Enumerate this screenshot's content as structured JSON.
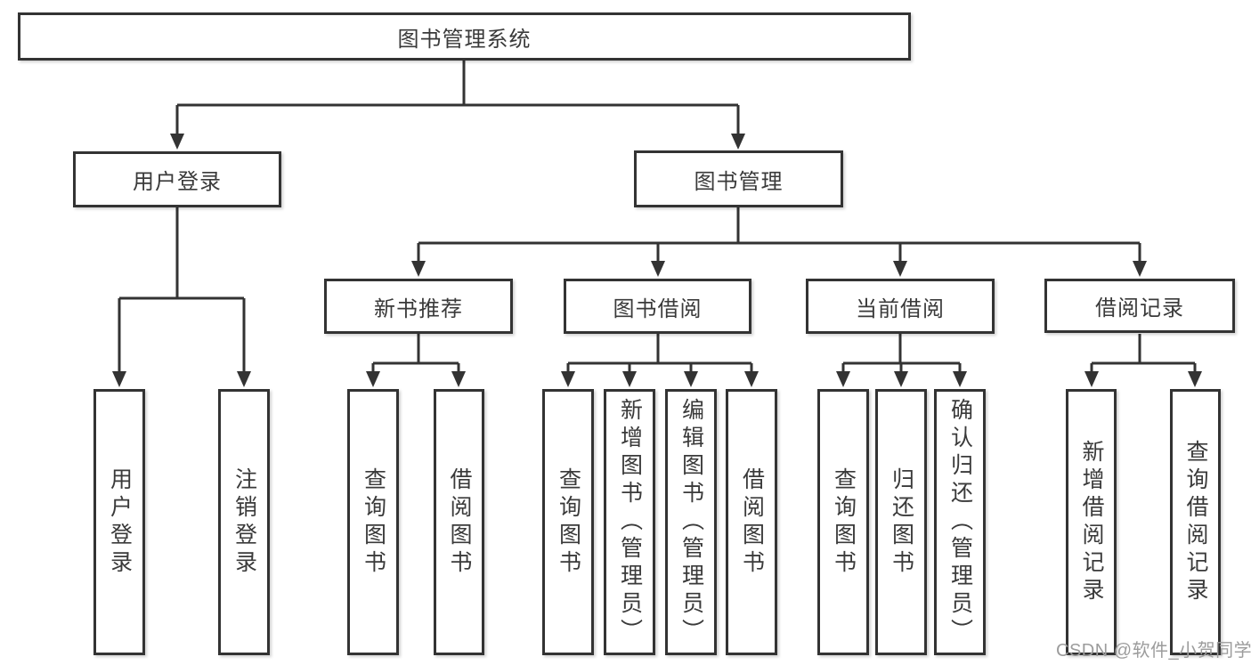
{
  "title": {
    "label": "图书管理系统"
  },
  "nodes": {
    "user_login": {
      "label": "用户登录"
    },
    "book_mgmt": {
      "label": "图书管理"
    },
    "new_book_rec": {
      "label": "新书推荐"
    },
    "book_borrow": {
      "label": "图书借阅"
    },
    "current_borrow": {
      "label": "当前借阅"
    },
    "borrow_records": {
      "label": "借阅记录"
    },
    "leaf_user_login": {
      "label": "用户登录"
    },
    "leaf_logout": {
      "label": "注销登录"
    },
    "leaf_query_book_rec": {
      "label": "查询图书"
    },
    "leaf_borrow_book_rec": {
      "label": "借阅图书"
    },
    "leaf_query_book_borrow": {
      "label": "查询图书"
    },
    "leaf_add_book": {
      "label": "新增图书（管理员）"
    },
    "leaf_edit_book": {
      "label": "编辑图书（管理员）"
    },
    "leaf_borrow_book_borrow": {
      "label": "借阅图书"
    },
    "leaf_query_book_current": {
      "label": "查询图书"
    },
    "leaf_return_book": {
      "label": "归还图书"
    },
    "leaf_confirm_return": {
      "label": "确认归还（管理员）"
    },
    "leaf_add_borrow_record": {
      "label": "新增借阅记录"
    },
    "leaf_query_borrow_record": {
      "label": "查询借阅记录"
    }
  },
  "watermark": {
    "text": "CSDN @软件_小贺同学"
  },
  "colors": {
    "line": "#333333",
    "text": "#3a3a3a",
    "background": "#ffffff",
    "watermark": "#9c9c9c"
  }
}
